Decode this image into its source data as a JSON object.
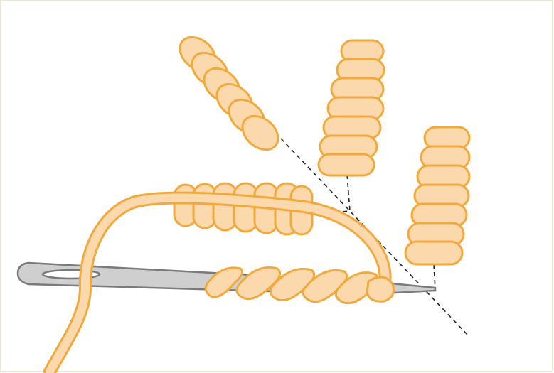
{
  "diagram": {
    "subject": "bullion-stitch-illustration",
    "colors": {
      "background": "#ffffff",
      "frame": "#ece6d6",
      "thread_fill": "#fcd9ad",
      "thread_stroke": "#f2a93b",
      "needle_fill": "#cfcfcf",
      "needle_stroke": "#7a7a7a",
      "guide_line": "#222222"
    },
    "parts": [
      "needle",
      "thread",
      "thread-wraps",
      "wrapped-knot-on-fabric",
      "knot-variant-diagonal",
      "knot-variant-vertical-center",
      "knot-variant-vertical-right",
      "dashed-guide-lines"
    ]
  }
}
